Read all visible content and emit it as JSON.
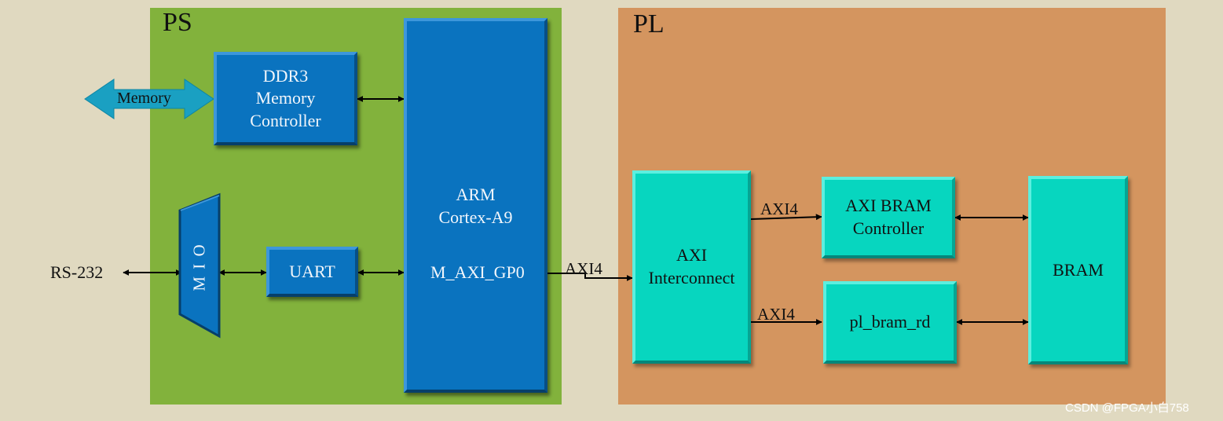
{
  "regions": {
    "ps": {
      "label": "PS",
      "color": "#82b23c"
    },
    "pl": {
      "label": "PL",
      "color": "#d4955f"
    }
  },
  "blocks": {
    "ddr3": {
      "lines": [
        "DDR3",
        "Memory",
        "Controller"
      ]
    },
    "arm": {
      "line1": "ARM",
      "line2": "Cortex-A9",
      "port": "M_AXI_GP0"
    },
    "mio": {
      "label": "M I O"
    },
    "uart": {
      "label": "UART"
    },
    "interconnect": {
      "lines": [
        "AXI",
        "Interconnect"
      ]
    },
    "bram_ctrl": {
      "lines": [
        "AXI BRAM",
        "Controller"
      ]
    },
    "bram_rd": {
      "label": "pl_bram_rd"
    },
    "bram": {
      "label": "BRAM"
    }
  },
  "external": {
    "memory": "Memory",
    "rs232": "RS-232"
  },
  "wires": {
    "gp0_axi": "AXI4",
    "ctrl_axi": "AXI4",
    "rd_axi": "AXI4"
  },
  "watermark": "CSDN @FPGA小白758"
}
